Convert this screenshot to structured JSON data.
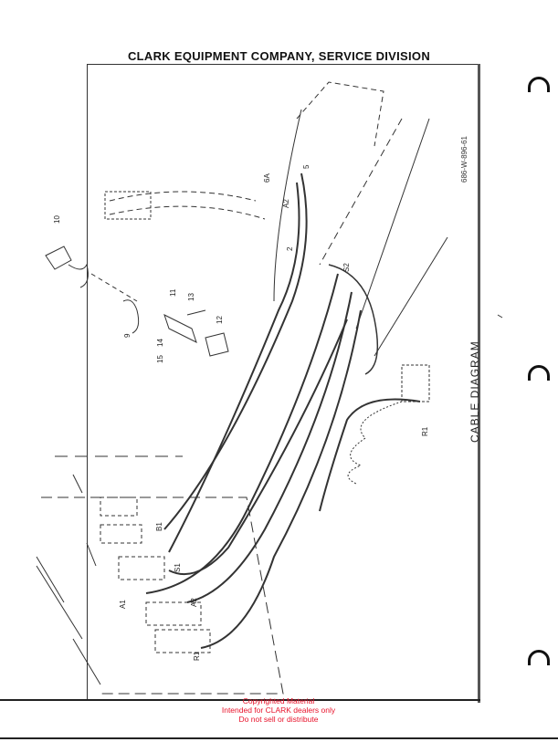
{
  "header": {
    "title": "CLARK EQUIPMENT COMPANY, SERVICE DIVISION"
  },
  "figure": {
    "code": "686-W-896-61",
    "title": "CABLE DIAGRAM",
    "callouts": {
      "c10": "10",
      "c9": "9",
      "c11": "11",
      "c13": "13",
      "c12": "12",
      "c14": "14",
      "c15": "15",
      "c5": "5",
      "c2": "2",
      "c6a": "6A",
      "ca2top": "A2",
      "cs2top": "S2",
      "cr1top": "R1",
      "cb1": "B1",
      "cs1": "S1",
      "ca1": "A1",
      "ca2": "A2",
      "cr1": "R1"
    }
  },
  "watermark": {
    "line1": "Copyrighted Material",
    "line2": "Intended for CLARK dealers only",
    "line3": "Do not sell or distribute"
  }
}
